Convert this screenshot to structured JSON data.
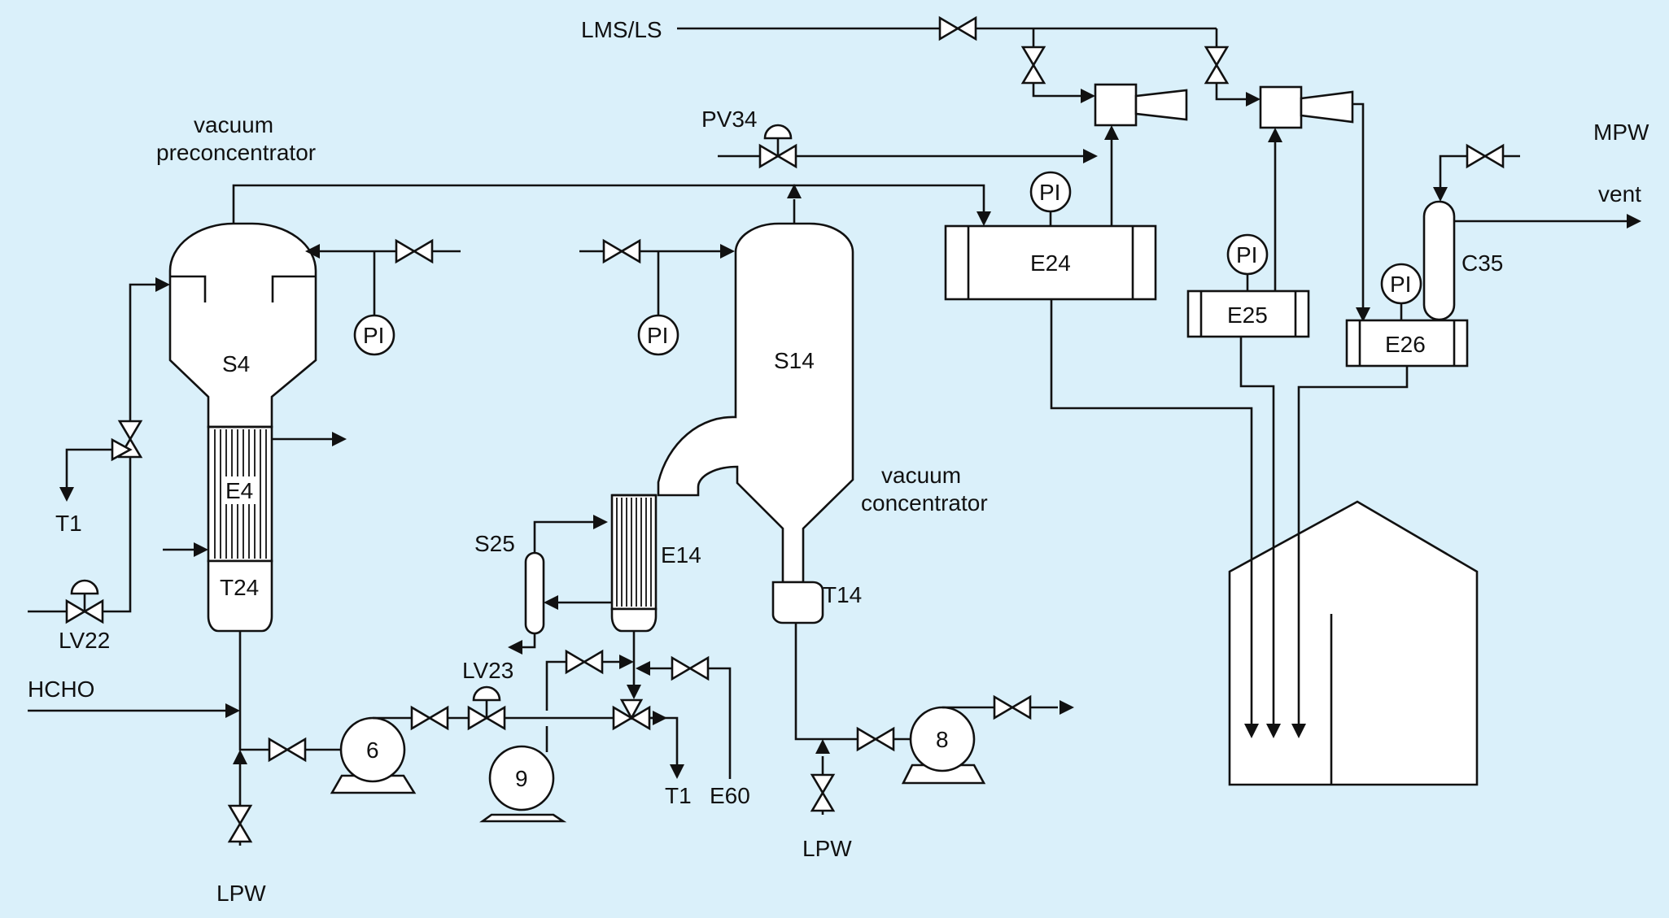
{
  "colors": {
    "background": "#daf0fa",
    "line": "#111111",
    "equipment_fill": "#ffffff"
  },
  "labels": {
    "lms_ls": "LMS/LS",
    "mpw": "MPW",
    "vent": "vent",
    "pv34": "PV34",
    "vacuum_pre_1": "vacuum",
    "vacuum_pre_2": "preconcentrator",
    "vacuum_conc_1": "vacuum",
    "vacuum_conc_2": "concentrator",
    "s4": "S4",
    "e4": "E4",
    "t24": "T24",
    "t1_left": "T1",
    "lv22": "LV22",
    "hcho": "HCHO",
    "lpw_left": "LPW",
    "pump6": "6",
    "pump9": "9",
    "pump8": "8",
    "lv23": "LV23",
    "t1_mid": "T1",
    "e60": "E60",
    "s25": "S25",
    "e14": "E14",
    "s14": "S14",
    "t14": "T14",
    "lpw_mid": "LPW",
    "e24": "E24",
    "e25": "E25",
    "e26": "E26",
    "c35": "C35",
    "pi_s4": "PI",
    "pi_s14": "PI",
    "pi_e24": "PI",
    "pi_e25": "PI",
    "pi_e26": "PI"
  }
}
